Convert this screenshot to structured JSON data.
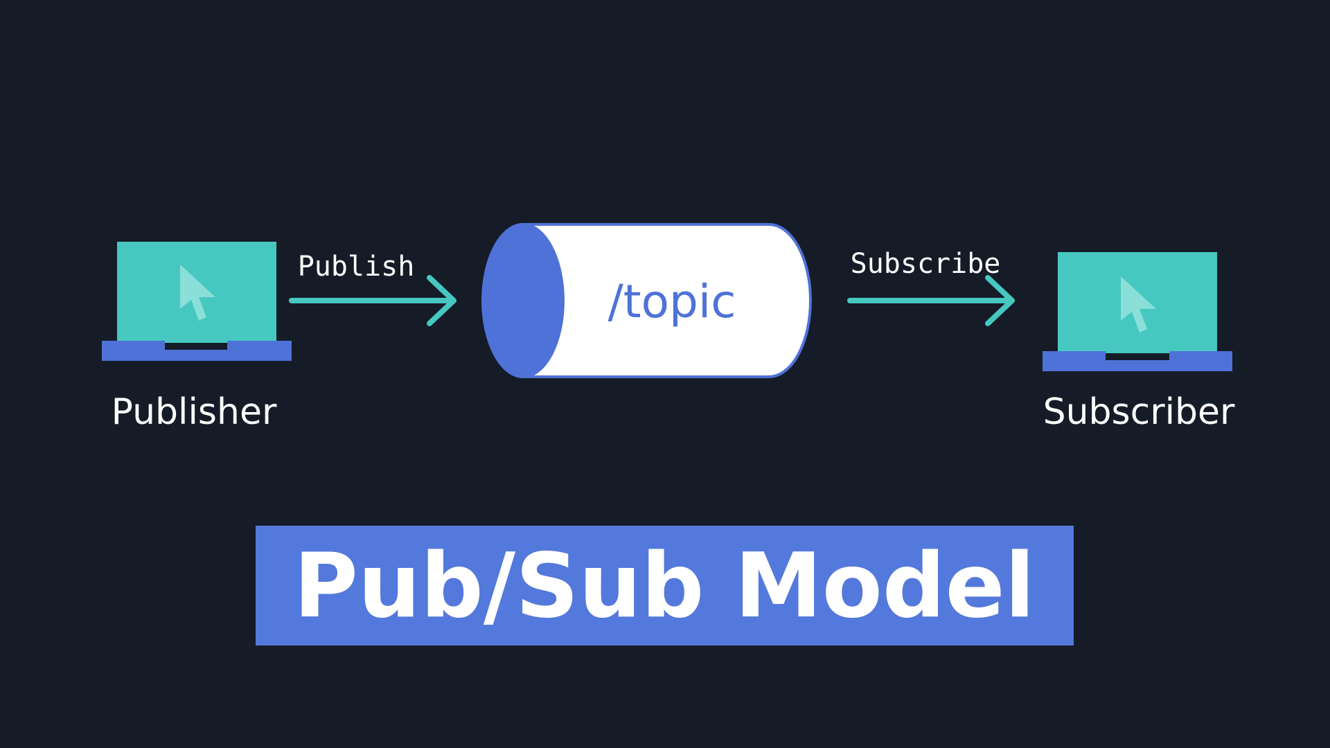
{
  "colors": {
    "background": "#151c27",
    "laptop_screen": "#46c8c1",
    "laptop_base": "#4f72d8",
    "cursor": "#8adfd8",
    "arrow": "#46c8c1",
    "topic_fill": "#ffffff",
    "topic_end": "#4f72d8",
    "title_bg": "#5479dc",
    "text": "#ffffff"
  },
  "nodes": {
    "publisher": {
      "label": "Publisher",
      "icon": "laptop-icon"
    },
    "topic": {
      "label": "/topic",
      "icon": "cylinder-icon"
    },
    "subscriber": {
      "label": "Subscriber",
      "icon": "laptop-icon"
    }
  },
  "edges": [
    {
      "from": "publisher",
      "to": "topic",
      "label": "Publish"
    },
    {
      "from": "topic",
      "to": "subscriber",
      "label": "Subscribe"
    }
  ],
  "title": "Pub/Sub Model"
}
